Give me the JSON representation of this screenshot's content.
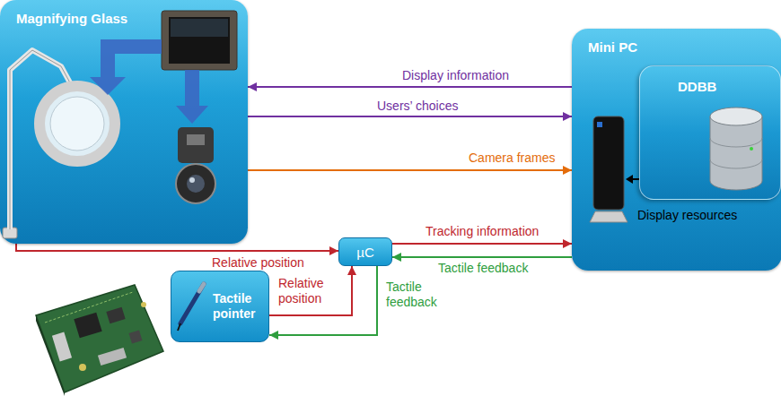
{
  "diagram": {
    "nodes": [
      {
        "text": [
          "Magnifying Glass"
        ]
      },
      {
        "text": [
          "Mini PC"
        ]
      },
      {
        "text": [
          "DDBB"
        ],
        "in": 1
      },
      {
        "text": [
          "µC"
        ]
      },
      {
        "text": [
          "Tactile pointer"
        ]
      }
    ],
    "edges": [
      {
        "from": 1,
        "to": 0,
        "arrow": "to",
        "label": "Display information"
      },
      {
        "from": 0,
        "to": 1,
        "arrow": "to",
        "label": "Users’ choices"
      },
      {
        "from": 0,
        "to": 1,
        "arrow": "to",
        "label": "Camera frames"
      },
      {
        "from": 0,
        "to": 3,
        "arrow": "to",
        "label": "Relative position"
      },
      {
        "from": 3,
        "to": 1,
        "arrow": "to",
        "label": "Tracking information"
      },
      {
        "from": 1,
        "to": 3,
        "arrow": "to",
        "label": "Tactile feedback"
      },
      {
        "from": 4,
        "to": 3,
        "arrow": "to",
        "label": "Relative position"
      },
      {
        "from": 3,
        "to": 4,
        "arrow": "to",
        "label": "Tactile feedback"
      }
    ],
    "labels": [
      "Display resources"
    ]
  }
}
